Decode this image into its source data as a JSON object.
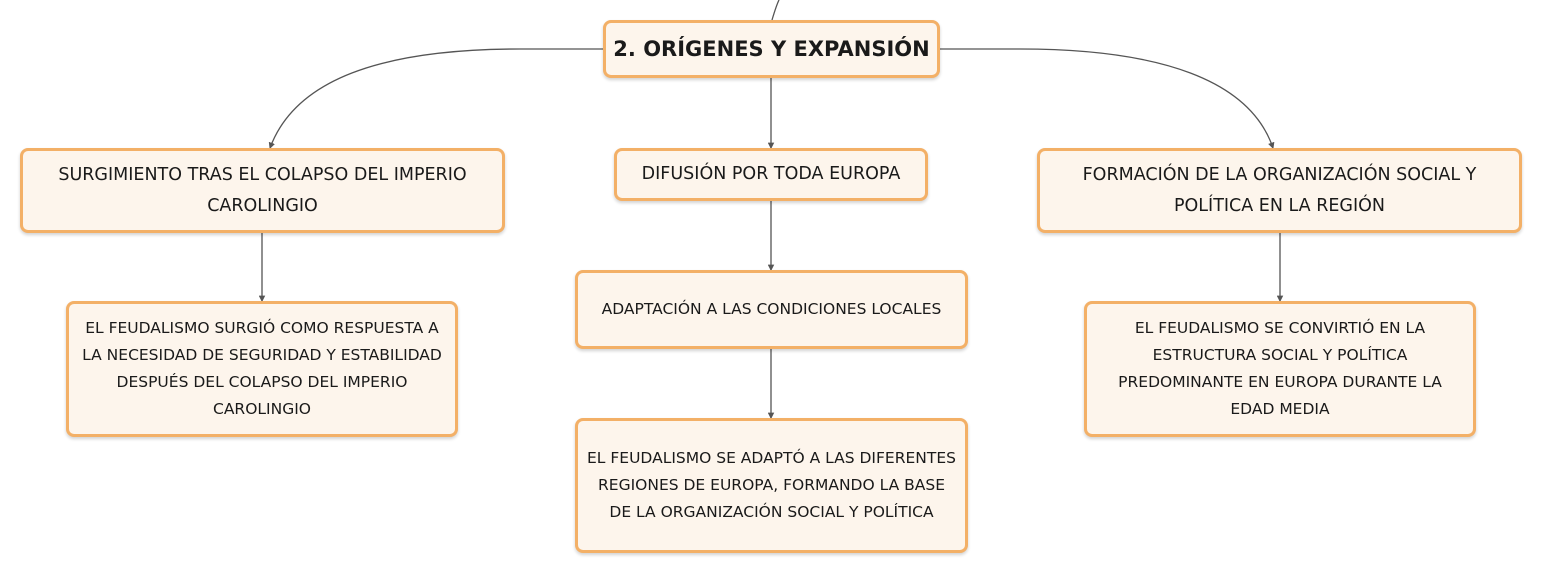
{
  "root": {
    "label": "2. ORÍGENES Y EXPANSIÓN"
  },
  "topics": [
    {
      "label": "SURGIMIENTO TRAS EL COLAPSO DEL IMPERIO CAROLINGIO"
    },
    {
      "label": "DIFUSIÓN POR TODA EUROPA"
    },
    {
      "label": "FORMACIÓN DE LA ORGANIZACIÓN SOCIAL Y POLÍTICA EN LA REGIÓN"
    }
  ],
  "subtopics": [
    {
      "label": "EL FEUDALISMO SURGIÓ COMO RESPUESTA A LA NECESIDAD DE SEGURIDAD Y ESTABILIDAD DESPUÉS DEL COLAPSO DEL IMPERIO CAROLINGIO"
    },
    {
      "label": "ADAPTACIÓN A LAS CONDICIONES LOCALES"
    },
    {
      "label": "EL FEUDALISMO SE ADAPTÓ A LAS DIFERENTES REGIONES DE EUROPA, FORMANDO LA BASE DE LA ORGANIZACIÓN SOCIAL Y POLÍTICA"
    },
    {
      "label": "EL FEUDALISMO SE CONVIRTIÓ EN LA ESTRUCTURA SOCIAL Y POLÍTICA PREDOMINANTE EN EUROPA DURANTE LA EDAD MEDIA"
    }
  ],
  "colors": {
    "node_fill": "#fdf5ec",
    "node_border": "#f3b067",
    "connector": "#555555"
  }
}
